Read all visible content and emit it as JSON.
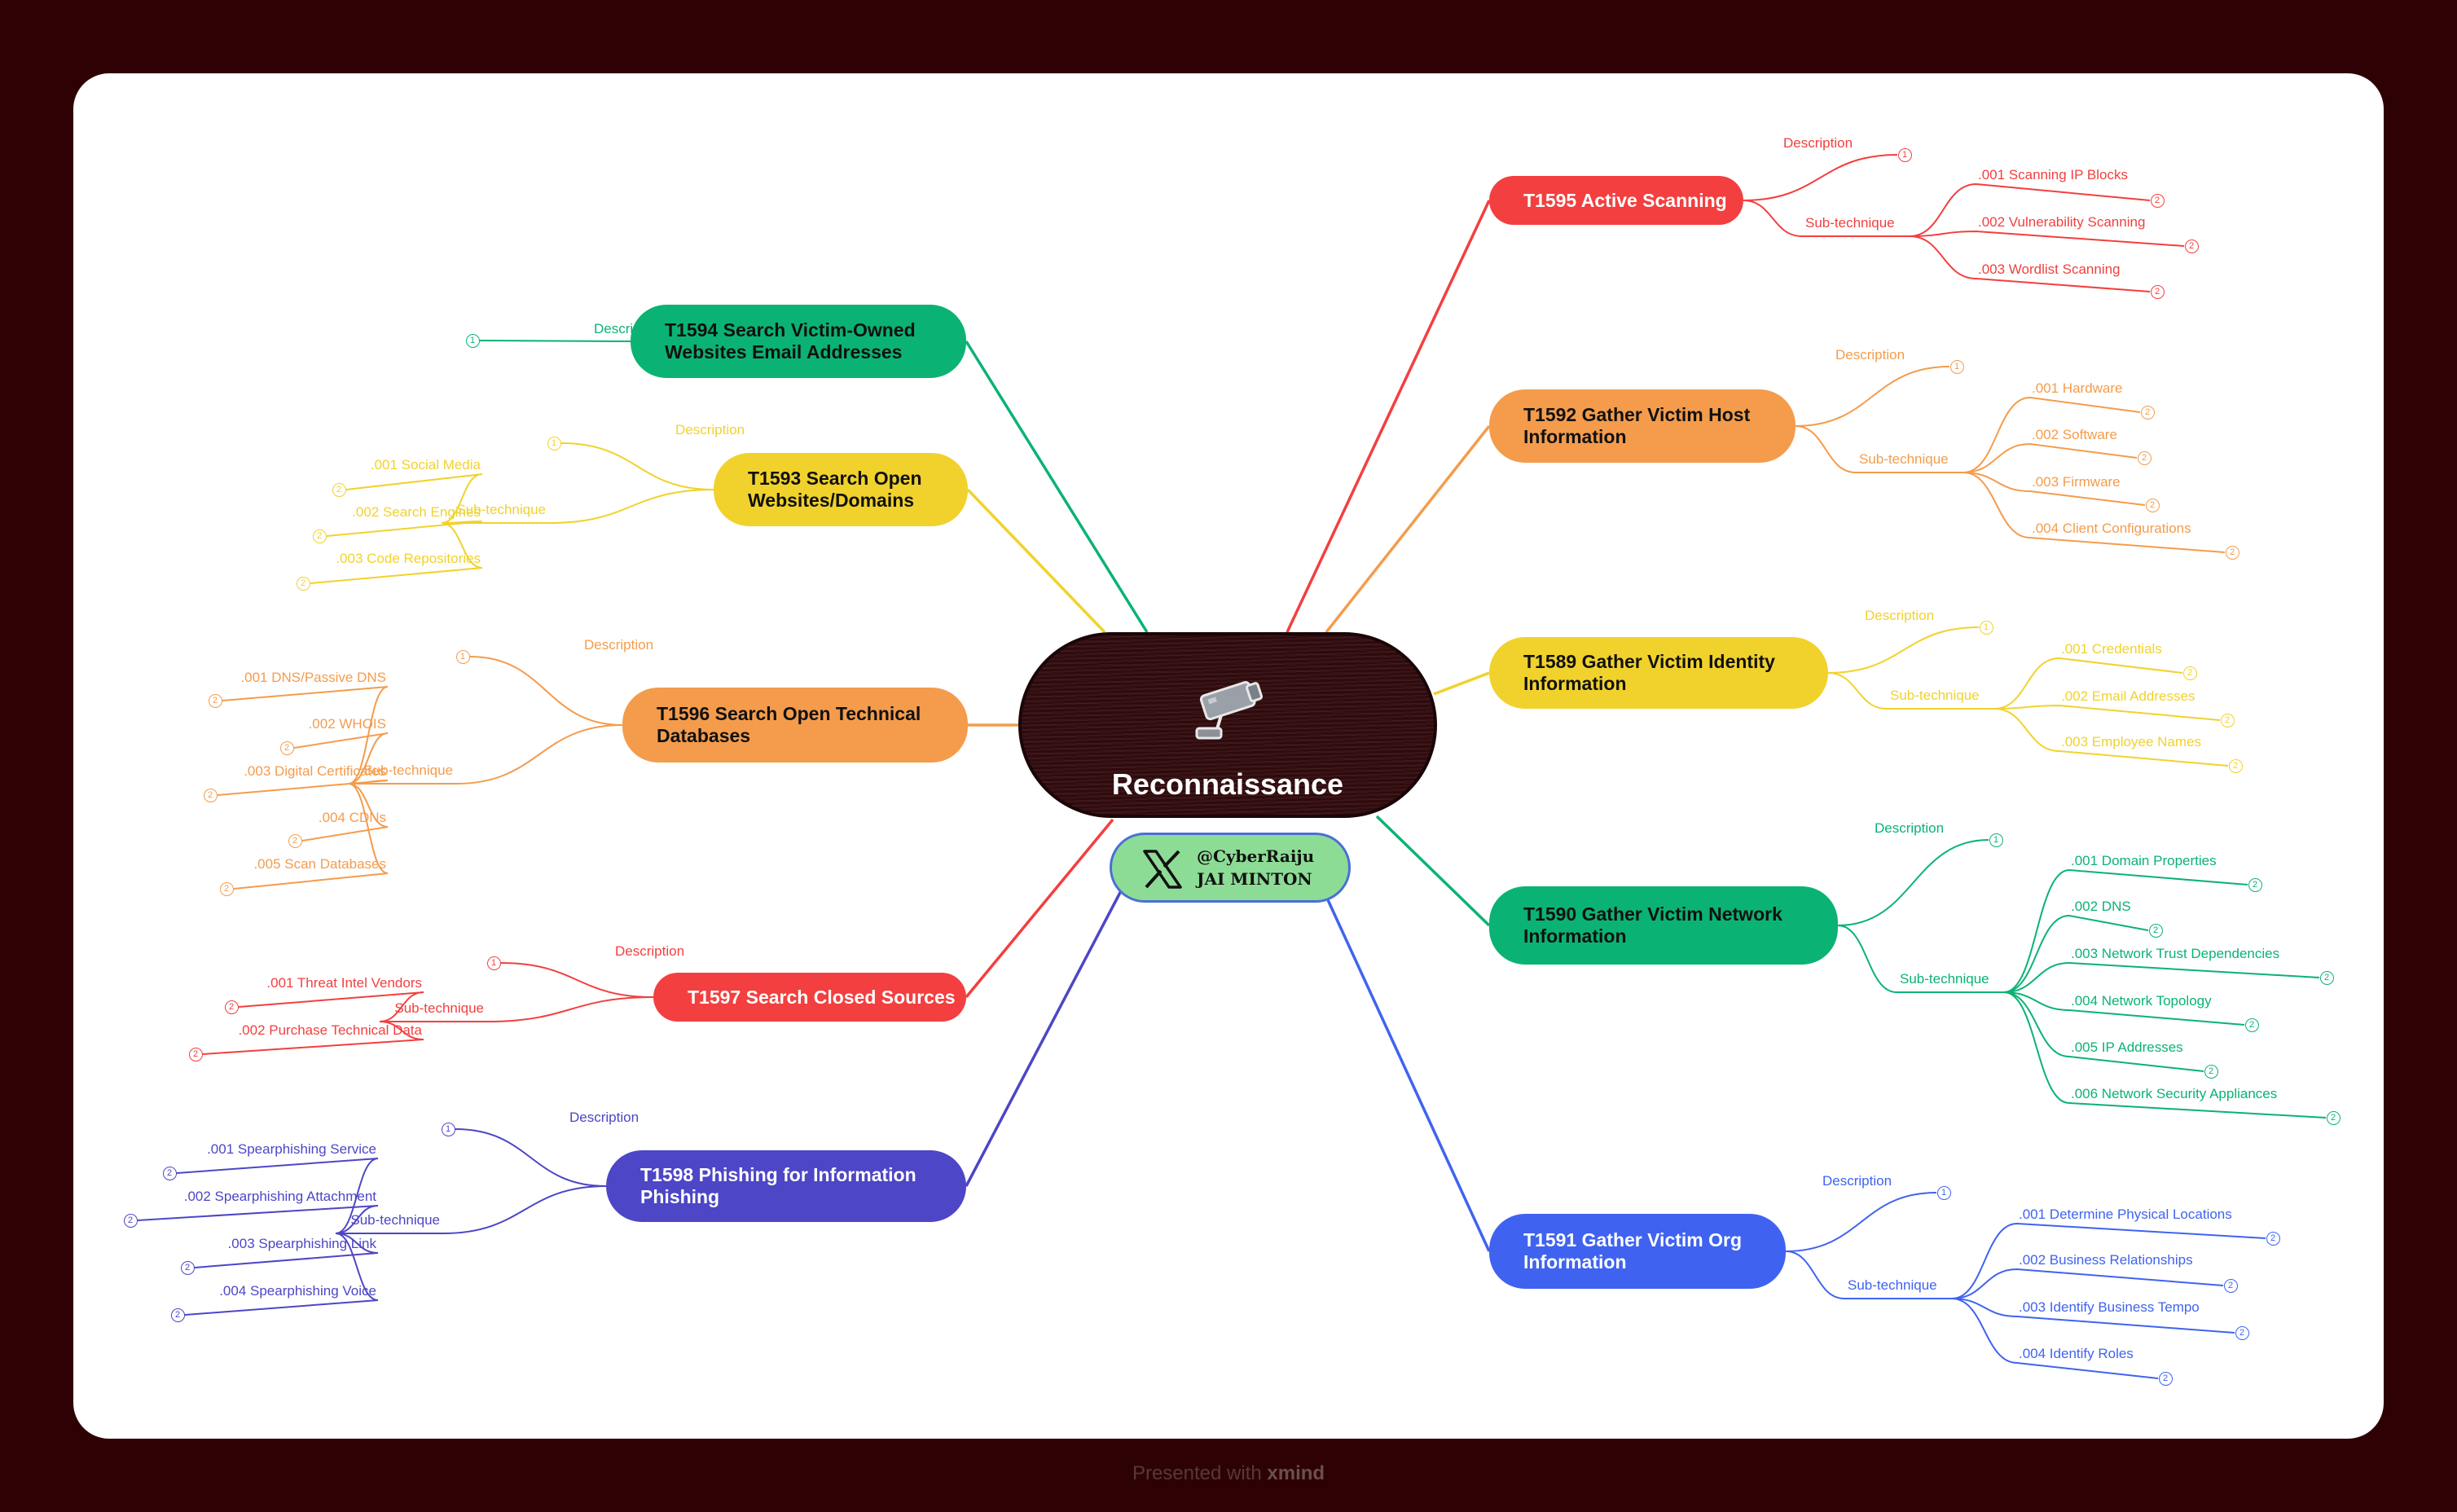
{
  "central": {
    "title": "Reconnaissance",
    "icon": "security-camera-icon"
  },
  "author": {
    "handle": "@CyberRaiju",
    "name": "JAI MINTON",
    "icon": "x-logo-icon"
  },
  "footer": {
    "prefix": "Presented with",
    "brand": "xmind"
  },
  "colors": {
    "background": "#2e0204",
    "card": "#ffffff",
    "red": "#f33f3f",
    "orange": "#f49c4c",
    "yellow": "#f1d22c",
    "green": "#0ab374",
    "blue": "#3f63f0",
    "indigo": "#4d46c6"
  },
  "topics": [
    {
      "id": "t1595",
      "title": "T1595 Active Scanning",
      "color": "#f33f3f",
      "description": "Description",
      "description_badge": "1",
      "sub_label": "Sub-technique",
      "items": [
        {
          "text": ".001 Scanning IP Blocks",
          "badge": "2"
        },
        {
          "text": ".002 Vulnerability Scanning",
          "badge": "2"
        },
        {
          "text": ".003 Wordlist Scanning",
          "badge": "2"
        }
      ]
    },
    {
      "id": "t1592",
      "title": "T1592 Gather Victim Host Information",
      "color": "#f49c4c",
      "description": "Description",
      "description_badge": "1",
      "sub_label": "Sub-technique",
      "items": [
        {
          "text": ".001 Hardware",
          "badge": "2"
        },
        {
          "text": ".002 Software",
          "badge": "2"
        },
        {
          "text": ".003 Firmware",
          "badge": "2"
        },
        {
          "text": ".004 Client Configurations",
          "badge": "2"
        }
      ]
    },
    {
      "id": "t1589",
      "title": "T1589 Gather Victim Identity Information",
      "color": "#f1d22c",
      "description": "Description",
      "description_badge": "1",
      "sub_label": "Sub-technique",
      "items": [
        {
          "text": ".001 Credentials",
          "badge": "2"
        },
        {
          "text": ".002 Email Addresses",
          "badge": "2"
        },
        {
          "text": ".003 Employee Names",
          "badge": "2"
        }
      ]
    },
    {
      "id": "t1590",
      "title": "T1590 Gather Victim Network Information",
      "color": "#0ab374",
      "description": "Description",
      "description_badge": "1",
      "sub_label": "Sub-technique",
      "items": [
        {
          "text": ".001 Domain Properties",
          "badge": "2"
        },
        {
          "text": ".002 DNS",
          "badge": "2"
        },
        {
          "text": ".003 Network Trust Dependencies",
          "badge": "2"
        },
        {
          "text": ".004 Network Topology",
          "badge": "2"
        },
        {
          "text": ".005 IP Addresses",
          "badge": "2"
        },
        {
          "text": ".006 Network Security Appliances",
          "badge": "2"
        }
      ]
    },
    {
      "id": "t1591",
      "title": "T1591 Gather Victim Org Information",
      "color": "#3f63f0",
      "description": "Description",
      "description_badge": "1",
      "sub_label": "Sub-technique",
      "items": [
        {
          "text": ".001 Determine Physical Locations",
          "badge": "2"
        },
        {
          "text": ".002 Business Relationships",
          "badge": "2"
        },
        {
          "text": ".003 Identify Business Tempo",
          "badge": "2"
        },
        {
          "text": ".004 Identify Roles",
          "badge": "2"
        }
      ]
    },
    {
      "id": "t1594",
      "title": "T1594 Search Victim-Owned Websites Email Addresses",
      "color": "#0ab374",
      "description": "Description",
      "description_badge": "1",
      "sub_label": "",
      "items": []
    },
    {
      "id": "t1593",
      "title": "T1593 Search Open Websites/Domains",
      "color": "#f1d22c",
      "description": "Description",
      "description_badge": "1",
      "sub_label": "Sub-technique",
      "items": [
        {
          "text": ".001 Social Media",
          "badge": "2"
        },
        {
          "text": ".002 Search Engines",
          "badge": "2"
        },
        {
          "text": ".003 Code Repositories",
          "badge": "2"
        }
      ]
    },
    {
      "id": "t1596",
      "title": "T1596 Search Open Technical Databases",
      "color": "#f49c4c",
      "description": "Description",
      "description_badge": "1",
      "sub_label": "Sub-technique",
      "items": [
        {
          "text": ".001 DNS/Passive DNS",
          "badge": "2"
        },
        {
          "text": ".002 WHOIS",
          "badge": "2"
        },
        {
          "text": ".003 Digital Certificates",
          "badge": "2"
        },
        {
          "text": ".004 CDNs",
          "badge": "2"
        },
        {
          "text": ".005 Scan Databases",
          "badge": "2"
        }
      ]
    },
    {
      "id": "t1597",
      "title": "T1597 Search Closed Sources",
      "color": "#f33f3f",
      "description": "Description",
      "description_badge": "1",
      "sub_label": "Sub-technique",
      "items": [
        {
          "text": ".001 Threat Intel Vendors",
          "badge": "2"
        },
        {
          "text": ".002 Purchase Technical Data",
          "badge": "2"
        }
      ]
    },
    {
      "id": "t1598",
      "title": "T1598 Phishing for Information Phishing",
      "color": "#4d46c6",
      "description": "Description",
      "description_badge": "1",
      "sub_label": "Sub-technique",
      "items": [
        {
          "text": ".001 Spearphishing Service",
          "badge": "2"
        },
        {
          "text": ".002 Spearphishing Attachment",
          "badge": "2"
        },
        {
          "text": ".003 Spearphishing Link",
          "badge": "2"
        },
        {
          "text": ".004 Spearphishing Voice",
          "badge": "2"
        }
      ]
    }
  ]
}
